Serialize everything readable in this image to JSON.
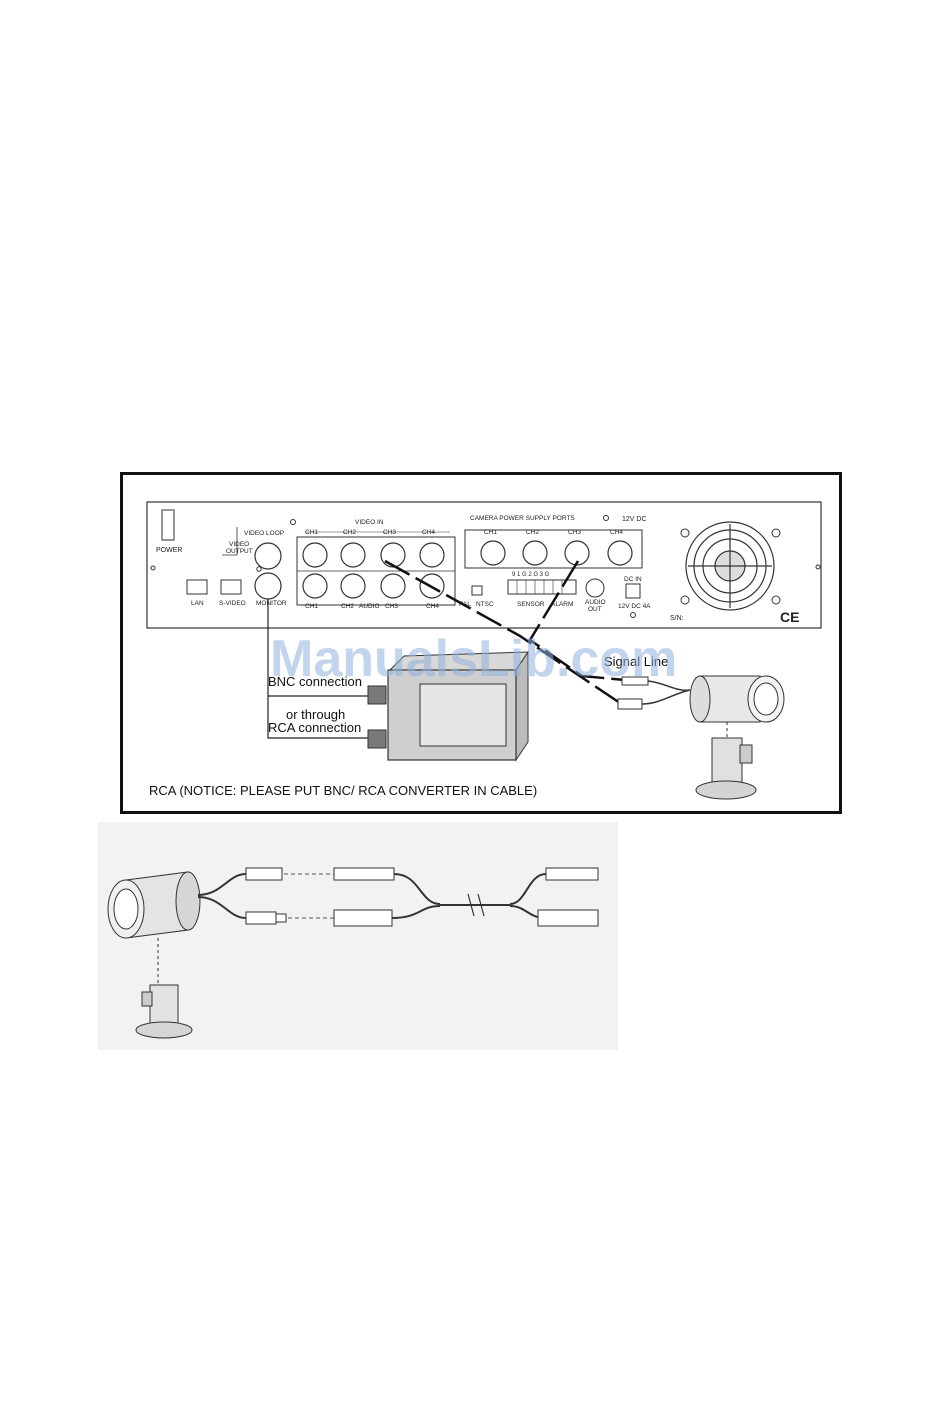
{
  "panel": {
    "power": "POWER",
    "video_loop": "VIDEO LOOP",
    "video_output_1": "VIDEO",
    "video_output_2": "OUTPUT",
    "video_in": "VIDEO IN",
    "lan": "LAN",
    "s_video": "S-VIDEO",
    "monitor": "MONITOR",
    "audio": "AUDIO",
    "pal": "PAL",
    "ntsc": "NTSC",
    "sensor": "SENSOR",
    "alarm": "ALARM",
    "audio_out_1": "AUDIO",
    "audio_out_2": "OUT",
    "camera_power": "CAMERA POWER SUPPLY PORTS",
    "dc_12v": "12V DC",
    "dc_in": "DC IN",
    "dc_rating": "12V DC 4A",
    "sn": "S/N:",
    "ce": "CE",
    "terminal_numbers": "9 1 G 2 G 3 G",
    "channels": [
      "CH1",
      "CH2",
      "CH3",
      "CH4"
    ]
  },
  "labels": {
    "bnc": "BNC connection",
    "or_through": "or through",
    "rca": "RCA connection",
    "signal_line": "Signal Line",
    "notice": "RCA (NOTICE: PLEASE PUT BNC/ RCA CONVERTER IN CABLE)"
  },
  "watermark": "ManualsLib.com"
}
